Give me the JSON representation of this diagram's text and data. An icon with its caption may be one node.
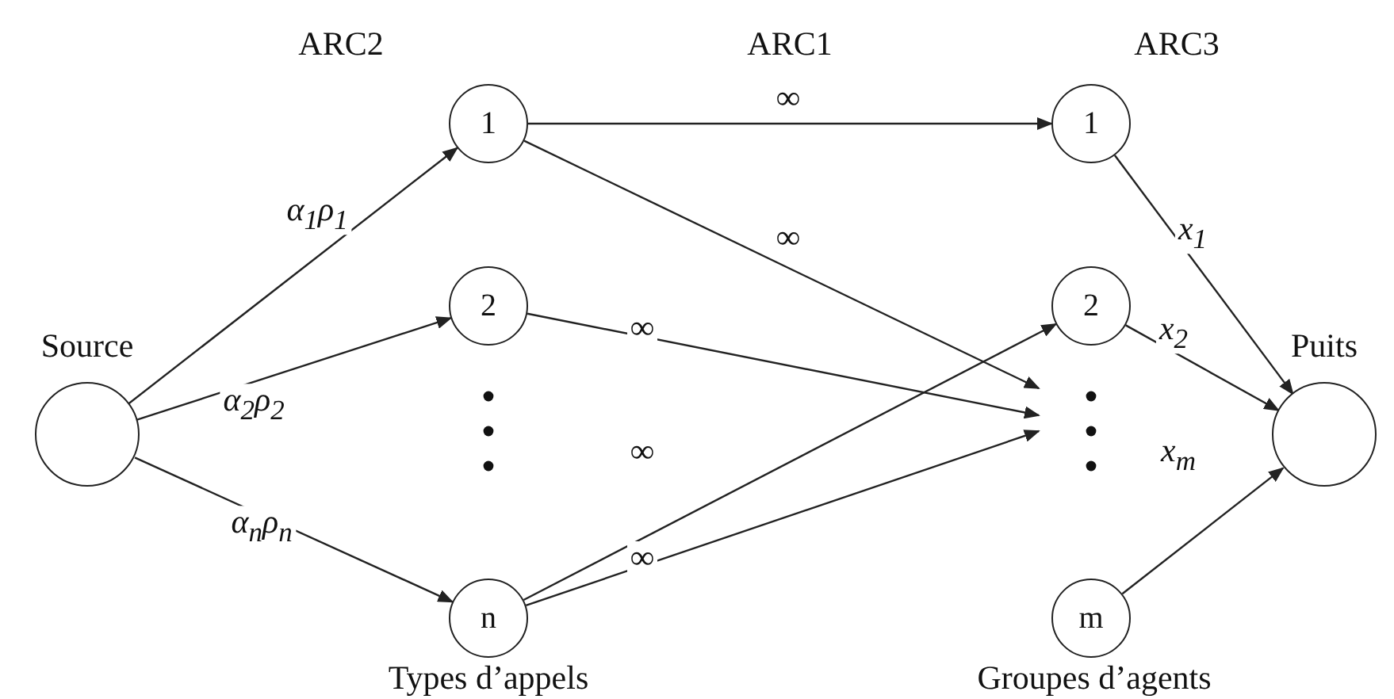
{
  "diagram": {
    "nodes": [
      {
        "text": [
          "Source"
        ]
      },
      {
        "text": [
          "1"
        ]
      },
      {
        "text": [
          "2"
        ]
      },
      {
        "text": [
          "n"
        ]
      },
      {
        "text": [
          "1"
        ]
      },
      {
        "text": [
          "2"
        ]
      },
      {
        "text": [
          "m"
        ]
      },
      {
        "text": [
          "Puits"
        ]
      }
    ],
    "edges": [
      {
        "from": 0,
        "to": 1,
        "arrow": "to",
        "label": "α$_{1}$ρ$_{1}$"
      },
      {
        "from": 0,
        "to": 2,
        "arrow": "to",
        "label": "α$_{2}$ρ$_{2}$"
      },
      {
        "from": 0,
        "to": 3,
        "arrow": "to",
        "label": "α$_{n}$ρ$_{n}$"
      },
      {
        "from": 1,
        "to": 4,
        "arrow": "to",
        "label": "∞"
      },
      {
        "from": 1,
        "to": null,
        "arrow": "to",
        "label": "∞"
      },
      {
        "from": 2,
        "to": null,
        "arrow": "to",
        "label": "∞"
      },
      {
        "from": 3,
        "to": 5,
        "arrow": "to",
        "label": "∞"
      },
      {
        "from": 3,
        "to": null,
        "arrow": "to",
        "label": "∞"
      },
      {
        "from": 4,
        "to": 7,
        "arrow": "to",
        "label": "x$_{1}$"
      },
      {
        "from": 5,
        "to": 7,
        "arrow": "to",
        "label": "x$_{2}$"
      },
      {
        "from": 6,
        "to": 7,
        "arrow": "to",
        "label": "x$_{m}$"
      }
    ],
    "labels": [
      "ARC2",
      "ARC1",
      "ARC3",
      "Types d’appels",
      "Groupes d’agents"
    ]
  }
}
